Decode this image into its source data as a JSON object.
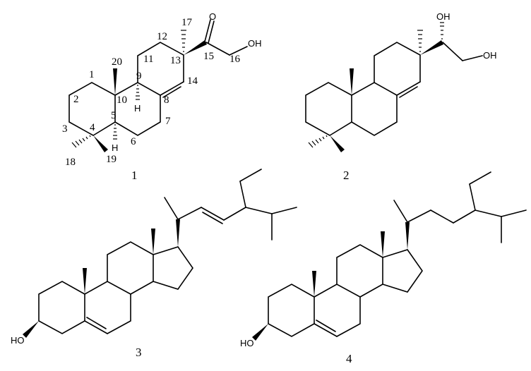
{
  "figure": {
    "description": "Chemical structures of compounds 1-4",
    "compounds": [
      {
        "id": "1",
        "label": "1",
        "atom_labels": {
          "O_ketone": "O",
          "OH": "OH",
          "H9": "H",
          "H5": "H"
        },
        "carbon_numbers": [
          "1",
          "2",
          "3",
          "4",
          "5",
          "6",
          "7",
          "8",
          "9",
          "10",
          "11",
          "12",
          "13",
          "14",
          "15",
          "16",
          "17",
          "18",
          "19",
          "20"
        ]
      },
      {
        "id": "2",
        "label": "2",
        "atom_labels": {
          "OH_1": "OH",
          "OH_2": "OH"
        }
      },
      {
        "id": "3",
        "label": "3",
        "atom_labels": {
          "HO": "HO"
        }
      },
      {
        "id": "4",
        "label": "4",
        "atom_labels": {
          "HO": "HO"
        }
      }
    ]
  },
  "colors": {
    "ink": "#000000",
    "background": "#ffffff"
  }
}
